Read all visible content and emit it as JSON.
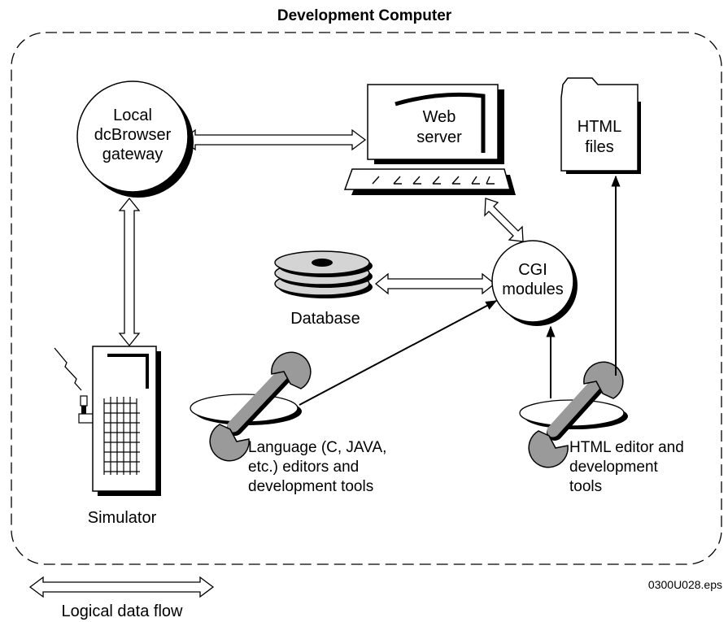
{
  "title": "Development Computer",
  "nodes": {
    "gateway": [
      "Local",
      "dcBrowser",
      "gateway"
    ],
    "web_server": [
      "Web",
      "server"
    ],
    "html_files": [
      "HTML",
      "files"
    ],
    "cgi": [
      "CGI",
      "modules"
    ],
    "database": "Database",
    "simulator": "Simulator",
    "lang_tools": [
      "Language (C, JAVA,",
      "etc.) editors and",
      "development tools"
    ],
    "html_tools": [
      "HTML editor and",
      "development",
      "tools"
    ]
  },
  "legend": {
    "label": "Logical data flow"
  },
  "file_id": "0300U028.eps"
}
